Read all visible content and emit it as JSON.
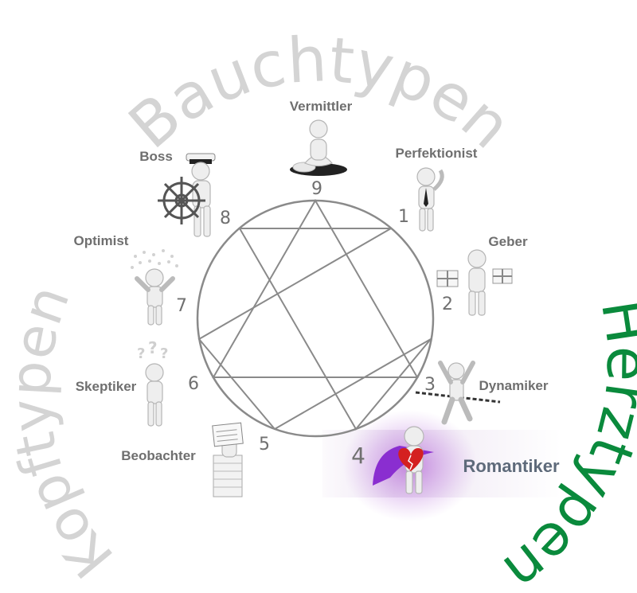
{
  "arc_labels": {
    "top": "Bauchtypen",
    "right": "Herztypen",
    "left": "Kopftypen"
  },
  "types": [
    {
      "number": "9",
      "name": "Vermittler",
      "icon": "meditating-figure-icon"
    },
    {
      "number": "1",
      "name": "Perfektionist",
      "icon": "figure-with-tie-icon"
    },
    {
      "number": "2",
      "name": "Geber",
      "icon": "figure-with-gifts-icon"
    },
    {
      "number": "3",
      "name": "Dynamiker",
      "icon": "figure-crossing-finish-line-icon"
    },
    {
      "number": "4",
      "name": "Romantiker",
      "icon": "figure-with-broken-heart-icon",
      "highlighted": true
    },
    {
      "number": "5",
      "name": "Beobachter",
      "icon": "figure-reading-newspaper-icon"
    },
    {
      "number": "6",
      "name": "Skeptiker",
      "icon": "figure-with-question-marks-icon"
    },
    {
      "number": "7",
      "name": "Optimist",
      "icon": "figure-with-confetti-icon"
    },
    {
      "number": "8",
      "name": "Boss",
      "icon": "captain-with-wheel-icon"
    }
  ],
  "colors": {
    "arc_top": "#d4d4d4",
    "arc_left": "#d4d4d4",
    "arc_right": "#0a8a3c",
    "highlight": "#9b30c8",
    "label": "#6f6f6f"
  }
}
